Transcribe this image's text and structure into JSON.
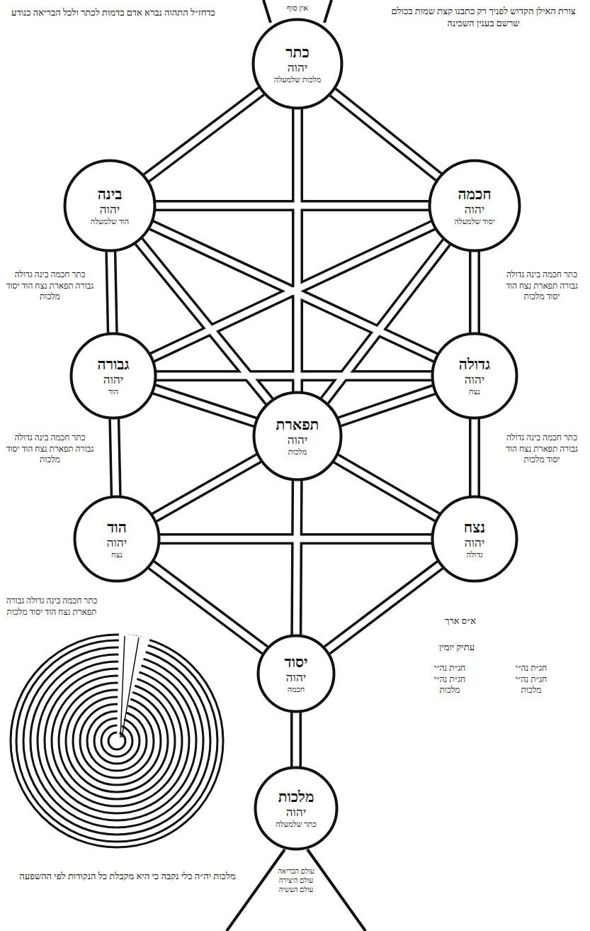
{
  "diagram": {
    "nodes": [
      {
        "text": [
          "כתר",
          "יהוה",
          "מלכות שלמעלה"
        ]
      },
      {
        "text": [
          "חכמה",
          "יהוה",
          "יסוד שלמעלה"
        ]
      },
      {
        "text": [
          "בינה",
          "יהוה",
          "הוד שלמעלה"
        ]
      },
      {
        "text": [
          "גדולה",
          "יהוה",
          "נצח"
        ]
      },
      {
        "text": [
          "גבורה",
          "יהוה",
          "הוד"
        ]
      },
      {
        "text": [
          "תפארת",
          "יהוה",
          "מלכות"
        ]
      },
      {
        "text": [
          "נצח",
          "יהוה",
          "גדולה"
        ]
      },
      {
        "text": [
          "הוד",
          "יהוה",
          "נצח"
        ]
      },
      {
        "text": [
          "יסוד",
          "יהוה",
          "חכמה"
        ]
      },
      {
        "text": [
          "מלכות",
          "יהוה",
          "כתר שלמעלה"
        ]
      }
    ],
    "edges": [
      {
        "from": 0,
        "to": 1,
        "arrow": "none"
      },
      {
        "from": 0,
        "to": 2,
        "arrow": "none"
      },
      {
        "from": 0,
        "to": 5,
        "arrow": "none"
      },
      {
        "from": 1,
        "to": 2,
        "arrow": "none"
      },
      {
        "from": 1,
        "to": 3,
        "arrow": "none"
      },
      {
        "from": 1,
        "to": 5,
        "arrow": "none"
      },
      {
        "from": 2,
        "to": 4,
        "arrow": "none"
      },
      {
        "from": 2,
        "to": 5,
        "arrow": "none"
      },
      {
        "from": 1,
        "to": 4,
        "arrow": "none"
      },
      {
        "from": 2,
        "to": 3,
        "arrow": "none"
      },
      {
        "from": 3,
        "to": 4,
        "arrow": "none"
      },
      {
        "from": 3,
        "to": 5,
        "arrow": "none"
      },
      {
        "from": 4,
        "to": 5,
        "arrow": "none"
      },
      {
        "from": 3,
        "to": 6,
        "arrow": "none"
      },
      {
        "from": 4,
        "to": 7,
        "arrow": "none"
      },
      {
        "from": 5,
        "to": 6,
        "arrow": "none"
      },
      {
        "from": 5,
        "to": 7,
        "arrow": "none"
      },
      {
        "from": 5,
        "to": 8,
        "arrow": "none"
      },
      {
        "from": 6,
        "to": 7,
        "arrow": "none"
      },
      {
        "from": 6,
        "to": 8,
        "arrow": "none"
      },
      {
        "from": 7,
        "to": 8,
        "arrow": "none"
      },
      {
        "from": 8,
        "to": 9,
        "arrow": "none"
      }
    ],
    "labels": [
      "אין סוף",
      "כדחז״ל התהוה נברא אדם בדמות לכתר ולכל הבריאה כנודע",
      "צורת האילן הקדוש לפניך רק כתבנו קצת שמות בכולם שרשם בענין השכינה",
      "כתר חכמה בינה גדולה גבורה תפארת נצח הוד יסוד מלכות",
      "כתר חכמה בינה גדולה גבורה תפארת נצח הוד יסוד מלכות",
      "כתר חכמה בינה גדולה גבורה תפארת נצח הוד יסוד מלכות",
      "כתר חכמה בינה גדולה גבורה תפארת נצח הוד יסוד מלכות",
      "כתר חכמה בינה גדולה גבורה תפארת נצח הוד יסוד מלכות",
      "א״ס ארך",
      "עתיק יומין",
      "חג״ת נה״י חג״ת נה״י מלכות",
      "חג״ת נה״י חג״ת נה״י מלכות",
      "מלכות יה״ה כלי נקבה כי היא מקבלת כל הנקודות לפי ההשפעה",
      "עולם הבריאה עולם היצירה עולם העשיה"
    ]
  }
}
